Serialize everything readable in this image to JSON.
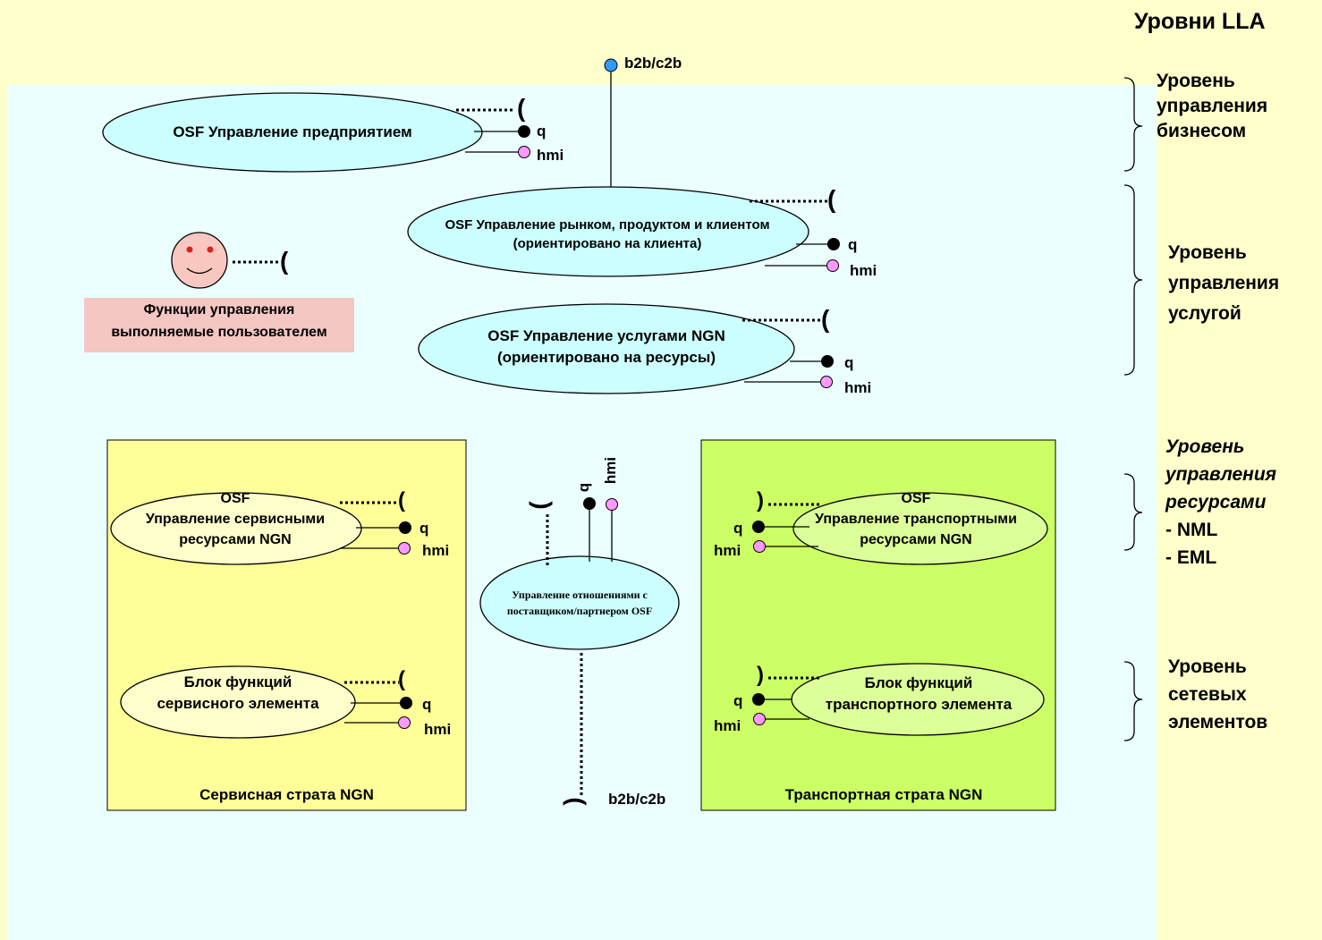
{
  "header": {
    "title": "Уровни LLA"
  },
  "levels": {
    "business": [
      "Уровень",
      "управления",
      "бизнесом"
    ],
    "service": [
      "Уровень",
      "управления",
      "услугой"
    ],
    "resource": [
      "Уровень",
      "управления",
      "ресурсами",
      "- NML",
      "- EML"
    ],
    "network": [
      "Уровень",
      "сетевых",
      "элементов"
    ]
  },
  "interfaces": {
    "b2b": "b2b/c2b",
    "q": "q",
    "hmi": "hmi"
  },
  "nodes": {
    "enterprise": [
      "OSF Управление предприятием"
    ],
    "market": [
      "OSF Управление рынком, продуктом и клиентом",
      "(ориентировано на клиента)"
    ],
    "service_mgmt": [
      "OSF Управление услугами NGN",
      "(ориентировано на ресурсы)"
    ],
    "user_functions": [
      "Функции управления",
      "выполняемые пользователем"
    ],
    "service_resources": [
      "OSF",
      "Управление сервисными",
      "ресурсами NGN"
    ],
    "service_element": [
      "Блок функций",
      "сервисного элемента"
    ],
    "partner": [
      "Управление отношениями с",
      "поставщиком/партнером OSF"
    ],
    "transport_resources": [
      "OSF",
      "Управление транспортными",
      "ресурсами NGN"
    ],
    "transport_element": [
      "Блок функций",
      "транспортного элемента"
    ]
  },
  "strata": {
    "service": "Сервисная страта NGN",
    "transport": "Транспортная страта NGN"
  },
  "colors": {
    "background": "#ffffcc",
    "main_area": "#ecffff",
    "ellipse": "#ccffff",
    "service_stratum": "#ffff99",
    "transport_stratum": "#ccff66",
    "service_inner": "#ffffcc",
    "transport_inner": "#ddff99",
    "pink": "#f4c7c3",
    "hmi_dot": "#ff99ff",
    "b2b_dot": "#3399ff",
    "face": "#f8c8c0"
  }
}
